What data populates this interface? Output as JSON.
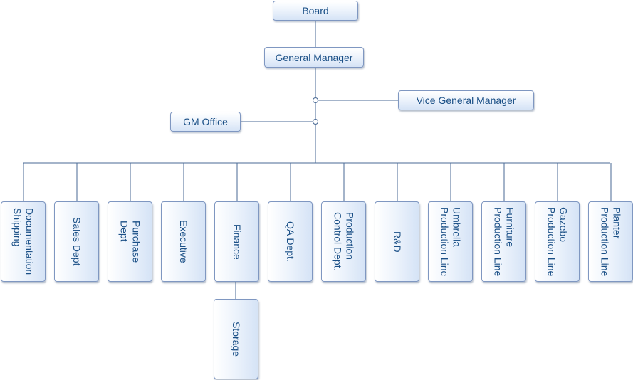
{
  "nodes": {
    "board": "Board",
    "general_manager": "General Manager",
    "vice_general_manager": "Vice General Manager",
    "gm_office": "GM Office",
    "storage": "Storage"
  },
  "departments": [
    "Documentation\nShipping",
    "Sales Dept",
    "Purchase\nDept",
    "Executive",
    "Finance",
    "QA Dept.",
    "Production\nControl Dept.",
    "R&D",
    "Umbrella\nProduction Line",
    "Furniture\nProduction Line",
    "Gazebo\nProduction Line",
    "Planter\nProduction Line"
  ]
}
